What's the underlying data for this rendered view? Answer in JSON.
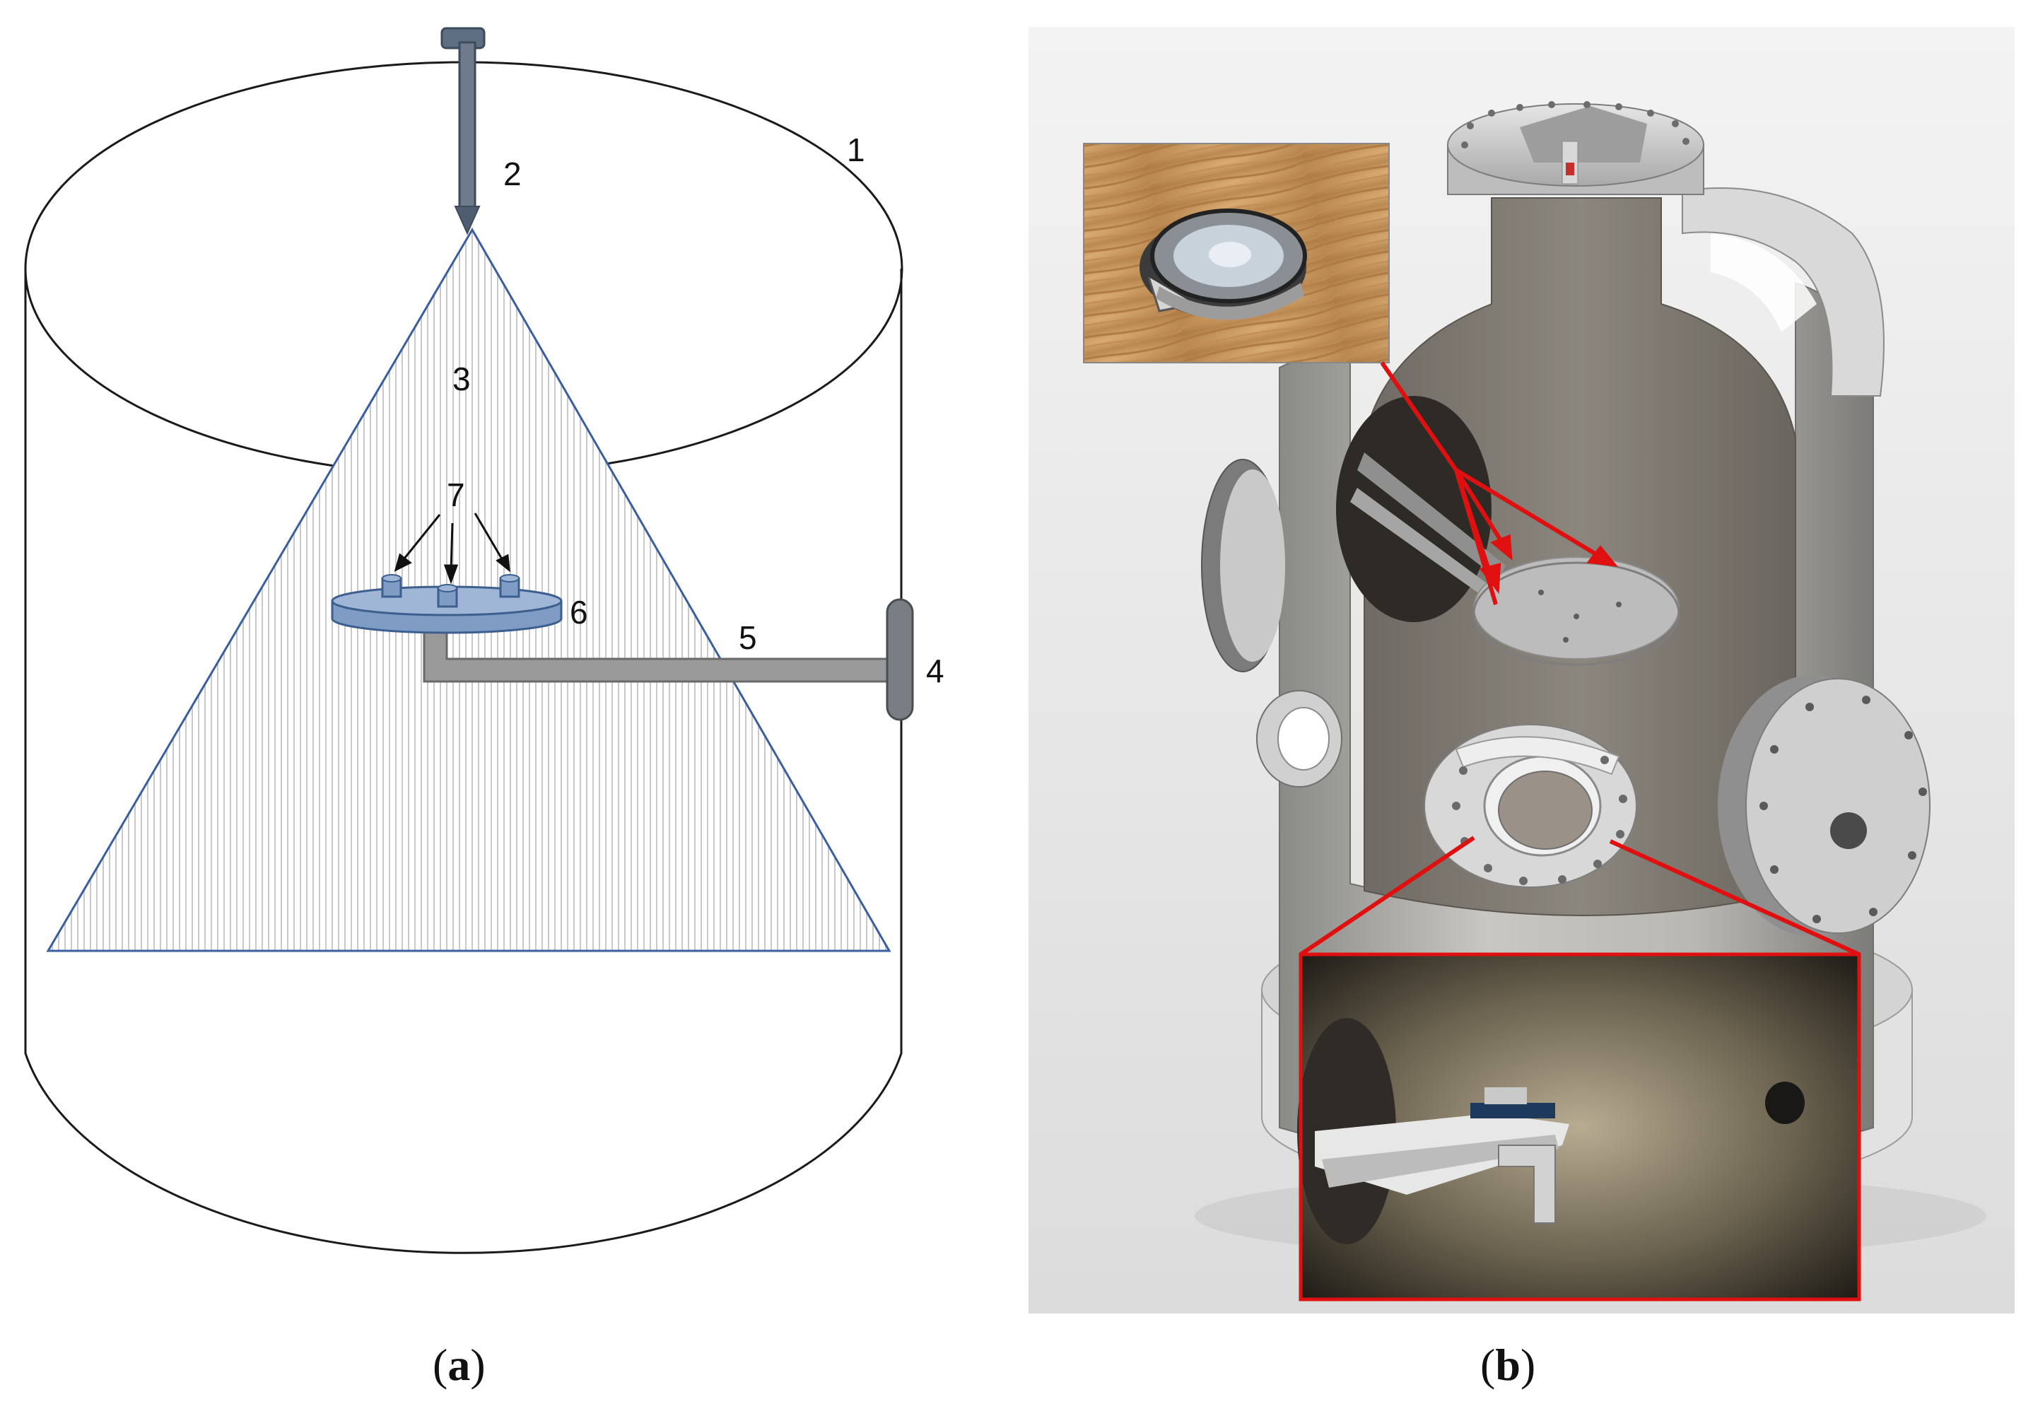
{
  "panel_a": {
    "caption_open": "(",
    "caption_letter": "a",
    "caption_close": ")",
    "labels": {
      "n1": "1",
      "n2": "2",
      "n3": "3",
      "n4": "4",
      "n5": "5",
      "n6": "6",
      "n7": "7"
    }
  },
  "panel_b": {
    "caption_open": "(",
    "caption_letter": "b",
    "caption_close": ")"
  },
  "colors": {
    "outline": "#1a1a1a",
    "cone_edge": "#3a5fa0",
    "blue_part": "#7f9cc4",
    "blue_dark": "#3d5f8f",
    "arm_gray": "#9a9a9a",
    "red_callout": "#e01010"
  }
}
